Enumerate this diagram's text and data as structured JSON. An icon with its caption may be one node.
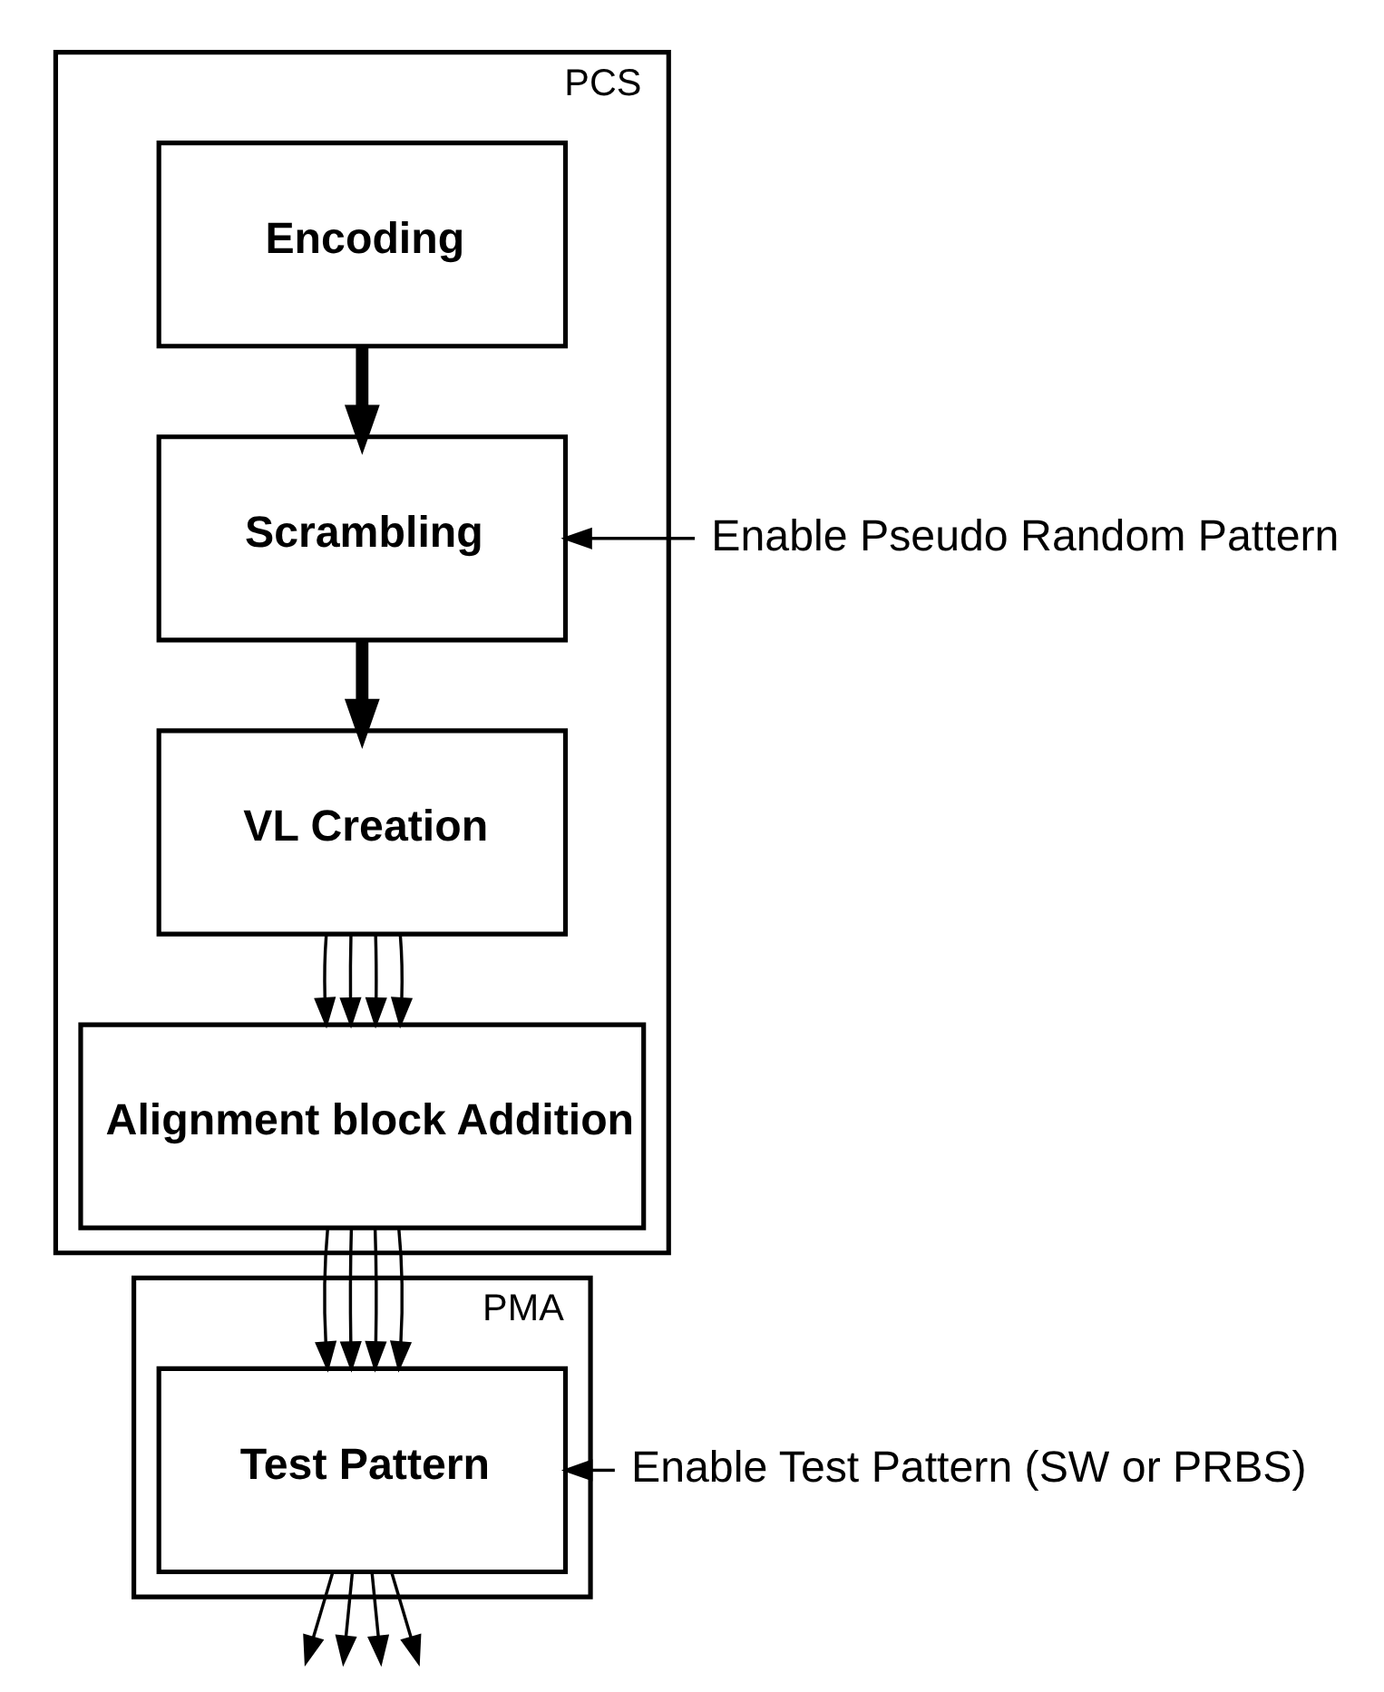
{
  "diagram": {
    "nodes": [
      {
        "text": [
          "PCS"
        ]
      },
      {
        "text": [
          "Encoding"
        ],
        "in": 0
      },
      {
        "text": [
          "Scrambling"
        ],
        "in": 0
      },
      {
        "text": [
          "VL Creation"
        ],
        "in": 0
      },
      {
        "text": [
          "Alignment block Addition"
        ],
        "in": 0
      },
      {
        "text": [
          "PMA"
        ]
      },
      {
        "text": [
          "Test Pattern"
        ],
        "in": 5
      },
      {
        "text": [
          "Enable Pseudo Random Pattern"
        ]
      },
      {
        "text": [
          "Enable Test Pattern (SW or PRBS)"
        ]
      }
    ],
    "edges": [
      {
        "from": 1,
        "to": 2,
        "arrow": "to",
        "style": "thick"
      },
      {
        "from": 2,
        "to": 3,
        "arrow": "to",
        "style": "thick"
      },
      {
        "from": 3,
        "to": 4,
        "arrow": "to"
      },
      {
        "from": 3,
        "to": 4,
        "arrow": "to"
      },
      {
        "from": 3,
        "to": 4,
        "arrow": "to"
      },
      {
        "from": 3,
        "to": 4,
        "arrow": "to"
      },
      {
        "from": 4,
        "to": 6,
        "arrow": "to"
      },
      {
        "from": 4,
        "to": 6,
        "arrow": "to"
      },
      {
        "from": 4,
        "to": 6,
        "arrow": "to"
      },
      {
        "from": 4,
        "to": 6,
        "arrow": "to"
      },
      {
        "from": 6,
        "to": null,
        "arrow": "to"
      },
      {
        "from": 6,
        "to": null,
        "arrow": "to"
      },
      {
        "from": 6,
        "to": null,
        "arrow": "to"
      },
      {
        "from": 6,
        "to": null,
        "arrow": "to"
      },
      {
        "from": 7,
        "to": 2,
        "arrow": "to"
      },
      {
        "from": 8,
        "to": 6,
        "arrow": "to"
      }
    ]
  }
}
